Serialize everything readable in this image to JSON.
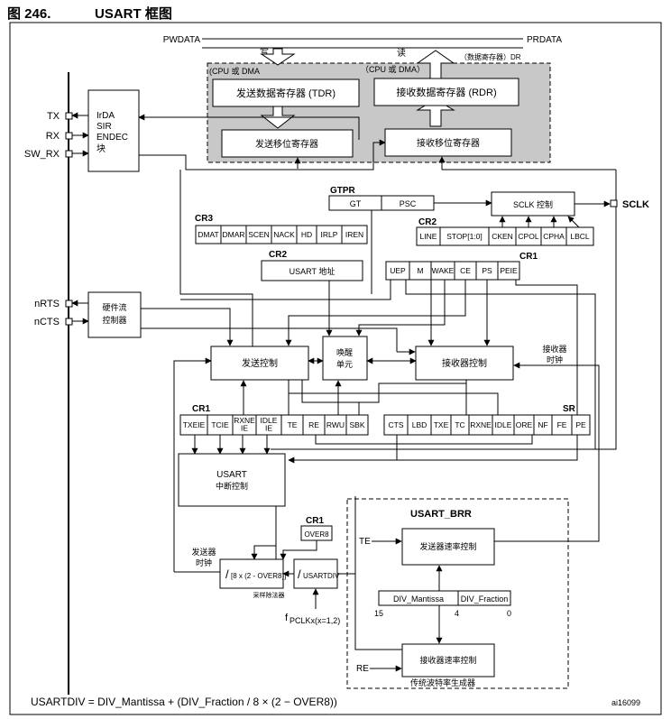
{
  "title": {
    "number": "图 246.",
    "name": "USART 框图"
  },
  "bus": {
    "pwdata": "PWDATA",
    "prdata": "PRDATA",
    "write": "写",
    "read": "读",
    "data_reg": "（数据寄存器）DR",
    "cpu_dma_left": "(CPU 或 DMA",
    "cpu_dma_right": "（CPU 或 DMA）"
  },
  "registers": {
    "tdr": "发送数据寄存器 (TDR)",
    "rdr": "接收数据寄存器 (RDR)",
    "tx_shift": "发送移位寄存器",
    "rx_shift": "接收移位寄存器"
  },
  "pins": {
    "tx": "TX",
    "rx": "RX",
    "sw_rx": "SW_RX",
    "nrts": "nRTS",
    "ncts": "nCTS",
    "sclk": "SCLK"
  },
  "irda": {
    "line1": "IrDA",
    "line2": "SIR",
    "line3": "ENDEC",
    "line4": "块"
  },
  "gtpr": {
    "label": "GTPR",
    "gt": "GT",
    "psc": "PSC"
  },
  "sclk_ctrl": "SCLK 控制",
  "cr3": {
    "label": "CR3",
    "bits": [
      "DMAT",
      "DMAR",
      "SCEN",
      "NACK",
      "HD",
      "IRLP",
      "IREN"
    ]
  },
  "cr2_top": {
    "label": "CR2",
    "bits": [
      "LINE",
      "STOP[1:0]",
      "CKEN",
      "CPOL",
      "CPHA",
      "LBCL"
    ]
  },
  "cr2_addr": {
    "label": "CR2",
    "text": "USART 地址"
  },
  "cr1_top": {
    "label": "CR1",
    "bits": [
      "UEP",
      "M",
      "WAKE",
      "CE",
      "PS",
      "PEIE"
    ]
  },
  "hw_flow": {
    "line1": "硬件流",
    "line2": "控制器"
  },
  "tx_ctrl": "发送控制",
  "wakeup": {
    "line1": "唤醒",
    "line2": "单元"
  },
  "rx_ctrl": "接收器控制",
  "rx_clock": {
    "line1": "接收器",
    "line2": "时钟"
  },
  "cr1_bottom": {
    "label": "CR1",
    "bits": [
      "TXEIE",
      "TCIE",
      "RXNE\nIE",
      "IDLE\nIE",
      "TE",
      "RE",
      "RWU",
      "SBK"
    ]
  },
  "sr": {
    "label": "SR",
    "bits": [
      "CTS",
      "LBD",
      "TXE",
      "TC",
      "RXNE",
      "IDLE",
      "ORE",
      "NF",
      "FE",
      "PE"
    ]
  },
  "irq": {
    "line1": "USART",
    "line2": "中断控制"
  },
  "tx_clock": {
    "line1": "发送器",
    "line2": "时钟"
  },
  "div_over8": {
    "slash": "/",
    "text": "[8 x (2 - OVER8)]",
    "sub": "采样除法器"
  },
  "div_usartdiv": {
    "slash": "/",
    "text": "USARTDIV"
  },
  "cr1_over8": {
    "label": "CR1",
    "bit": "OVER8"
  },
  "fpclk": {
    "f": "f",
    "sub": "PCLKx(x=1,2)"
  },
  "brr": {
    "label": "USART_BRR",
    "te": "TE",
    "re": "RE",
    "tx_rate": "发送器速率控制",
    "rx_rate": "接收器速率控制",
    "mantissa": "DIV_Mantissa",
    "fraction": "DIV_Fraction",
    "bit15": "15",
    "bit4": "4",
    "bit0": "0",
    "caption": "传统波特率生成器"
  },
  "formula": "USARTDIV = DIV_Mantissa + (DIV_Fraction / 8 × (2 − OVER8))",
  "figure_id": "ai16099"
}
